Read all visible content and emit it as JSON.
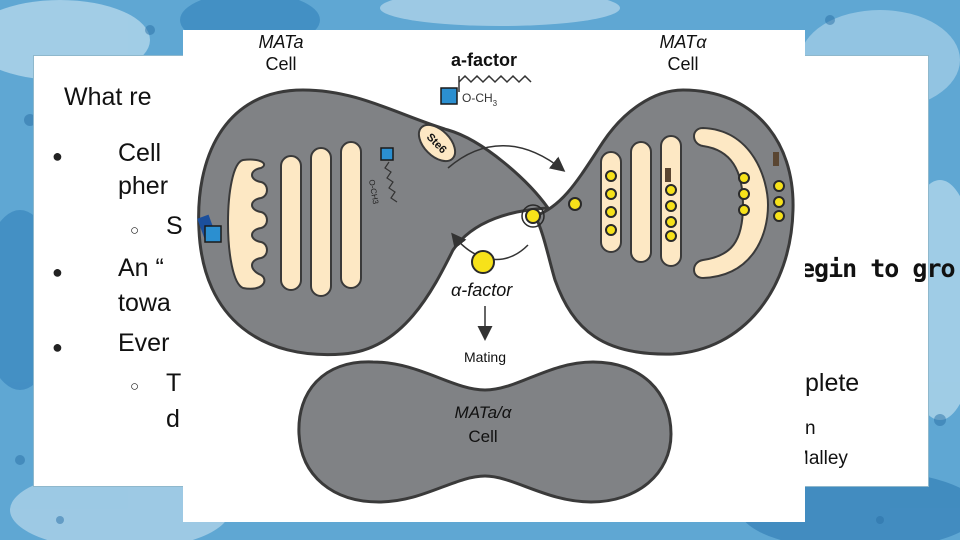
{
  "slide": {
    "title": "What re",
    "bullets": [
      {
        "marker": "●",
        "line1": "Cell",
        "line2": "pher"
      },
      {
        "marker": "○",
        "line1": "S"
      },
      {
        "marker": "●",
        "line1": "An “",
        "line1_right": "egin to gro",
        "line2": "towa"
      },
      {
        "marker": "●",
        "line1": "Ever"
      },
      {
        "marker": "○",
        "line1": "T",
        "line1_right": "plete",
        "line2": "d",
        "line2_right": "n"
      }
    ],
    "citation_fragment": "Malley"
  },
  "figure": {
    "left_cell_genotype": "MATa",
    "left_cell_word": "Cell",
    "right_cell_genotype": "MATα",
    "right_cell_word": "Cell",
    "a_factor_label": "a-factor",
    "och3_top": "O-CH",
    "och3_sub": "3",
    "ste6_label": "Ste6",
    "och3_small": "O-CH3",
    "alpha_factor_label": "α-factor",
    "mating_label": "Mating",
    "diploid_genotype": "MATa/α",
    "diploid_word": "Cell"
  },
  "colors": {
    "background_blue": "#6fb0d8",
    "cell_gray": "#808285",
    "organelle_beige": "#fde8c4",
    "alpha_yellow": "#f7e21a",
    "a_factor_blue": "#2b8fd0"
  }
}
